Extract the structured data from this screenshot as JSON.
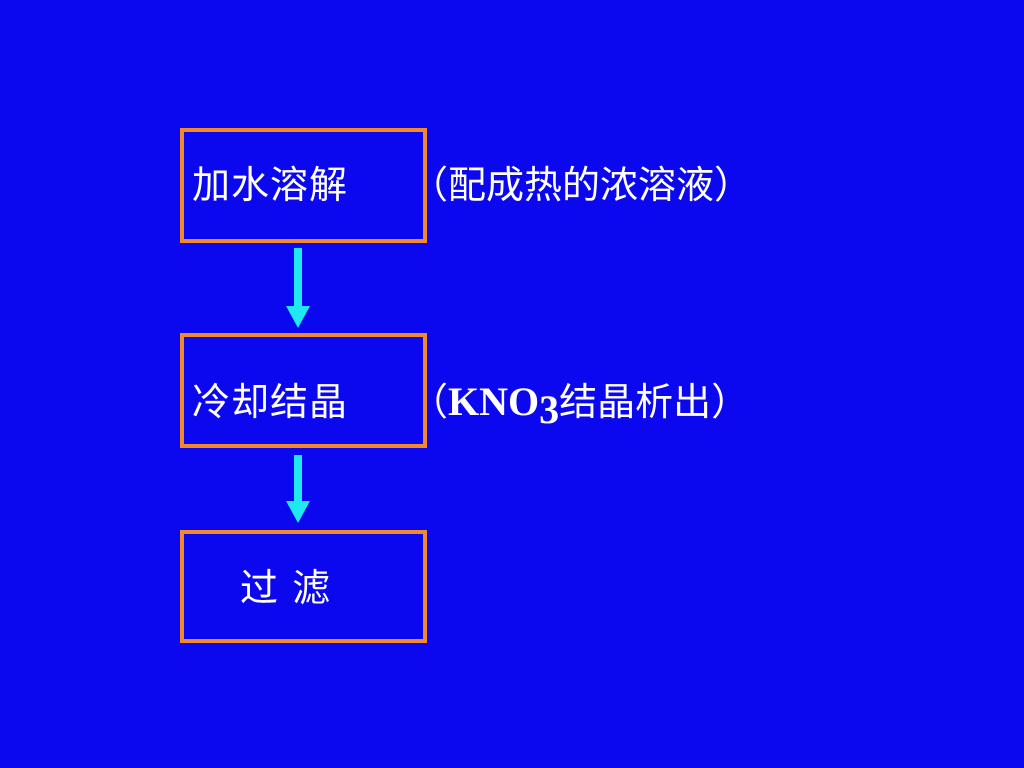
{
  "colors": {
    "background": "#0b08f0",
    "box_border": "#f28a2c",
    "box_fill": "#0b08f0",
    "text": "#ffffff",
    "arrow": "#20e8f2"
  },
  "steps": [
    {
      "label": "加水溶解",
      "note_open": "（",
      "note": "配成热的浓溶液",
      "note_close": "）"
    },
    {
      "label": "冷却结晶",
      "note_open": "（",
      "formula_main": "KNO",
      "formula_sub": "3",
      "note": "结晶析出",
      "note_close": "）"
    },
    {
      "label": "过 滤"
    }
  ],
  "arrows": [
    {
      "name": "arrow-down-icon"
    },
    {
      "name": "arrow-down-icon"
    }
  ]
}
